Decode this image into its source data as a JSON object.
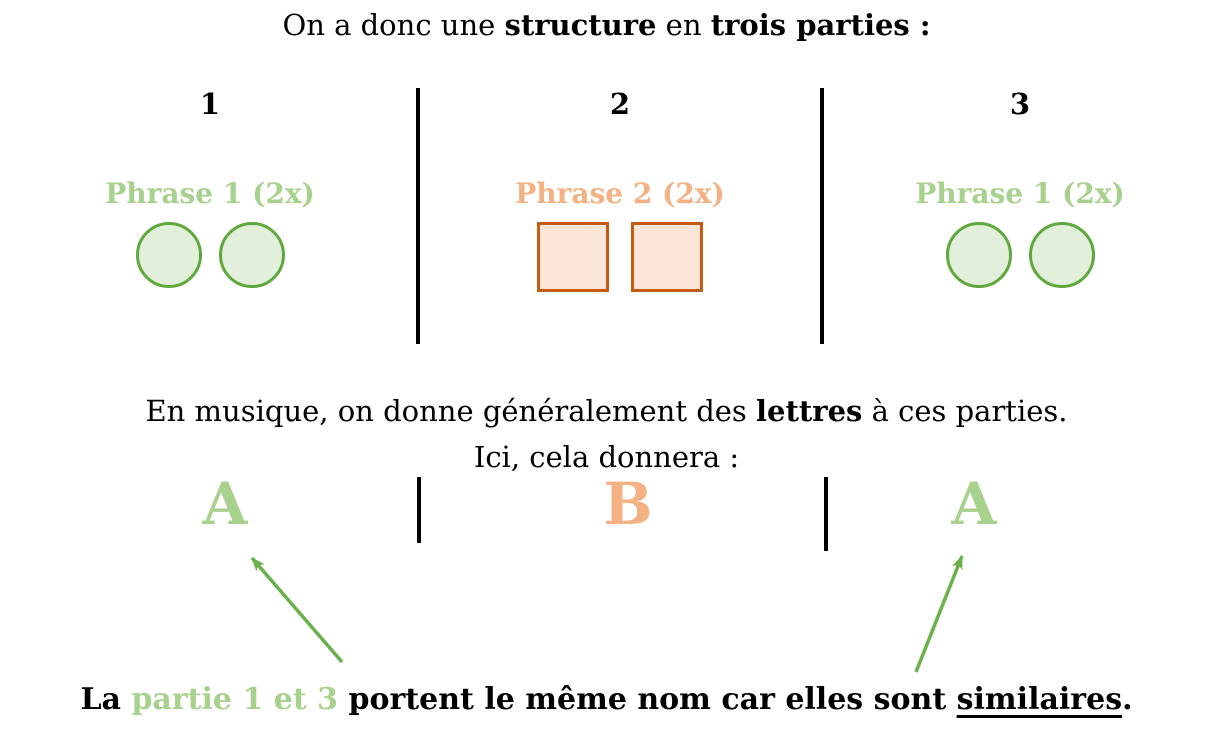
{
  "colors": {
    "text_black": "#000000",
    "green_light": "#a9d18e",
    "green_shape_border": "#5ea83e",
    "green_shape_fill": "#e2efda",
    "green_arrow": "#6ab04c",
    "orange_light": "#f4b183",
    "orange_shape_border": "#c55a11",
    "orange_shape_fill": "#fbe5d6"
  },
  "title": {
    "text1": "On a donc une ",
    "bold1": "structure",
    "text2": " en ",
    "bold2": "trois parties :"
  },
  "parts": [
    {
      "number": "1",
      "label": "Phrase 1 (2x)",
      "letter": "A",
      "shape": "circle",
      "shape_count": 2,
      "color": "green"
    },
    {
      "number": "2",
      "label": "Phrase 2 (2x)",
      "letter": "B",
      "shape": "square",
      "shape_count": 2,
      "color": "orange"
    },
    {
      "number": "3",
      "label": "Phrase 1 (2x)",
      "letter": "A",
      "shape": "circle",
      "shape_count": 2,
      "color": "green"
    }
  ],
  "middle": {
    "line1_text1": "En musique, on donne généralement des ",
    "line1_bold": "lettres",
    "line1_text2": " à ces parties.",
    "line2": "Ici, cela donnera :"
  },
  "bottom": {
    "text1": "La ",
    "green_part": "partie 1 et 3",
    "text2": " portent le même nom car elles sont ",
    "underlined": "similaires",
    "text3": "."
  }
}
